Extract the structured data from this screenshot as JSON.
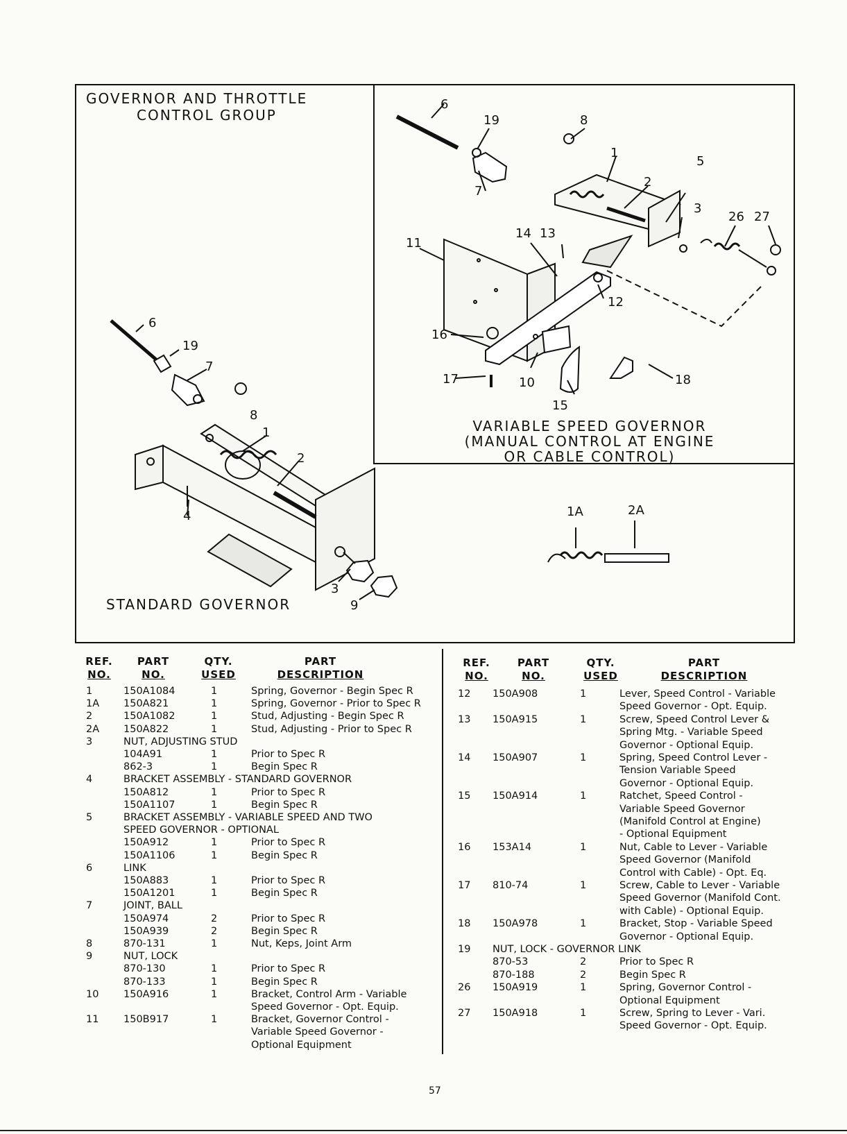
{
  "title": {
    "line1": "GOVERNOR AND THROTTLE",
    "line2": "CONTROL GROUP"
  },
  "captions": {
    "standard": "STANDARD GOVERNOR",
    "variable_line1": "VARIABLE SPEED GOVERNOR",
    "variable_line2": "(MANUAL CONTROL AT ENGINE",
    "variable_line3": "OR CABLE CONTROL)"
  },
  "callouts": {
    "std": [
      "6",
      "19",
      "7",
      "8",
      "1",
      "2",
      "4",
      "3",
      "9"
    ],
    "var": [
      "6",
      "19",
      "8",
      "1",
      "5",
      "2",
      "7",
      "3",
      "26",
      "27",
      "14",
      "13",
      "11",
      "12",
      "16",
      "17",
      "10",
      "18",
      "15"
    ],
    "alt": [
      "1A",
      "2A"
    ]
  },
  "headers": {
    "ref": [
      "REF.",
      "NO."
    ],
    "part": [
      "PART",
      "NO."
    ],
    "qty": [
      "QTY.",
      "USED"
    ],
    "desc": [
      "PART",
      "DESCRIPTION"
    ]
  },
  "left_rows": [
    {
      "ref": "1",
      "part": "150A1084",
      "qty": "1",
      "desc": "Spring, Governor - Begin Spec R"
    },
    {
      "ref": "1A",
      "part": "150A821",
      "qty": "1",
      "desc": "Spring, Governor - Prior to Spec R"
    },
    {
      "ref": "2",
      "part": "150A1082",
      "qty": "1",
      "desc": "Stud, Adjusting - Begin Spec R"
    },
    {
      "ref": "2A",
      "part": "150A822",
      "qty": "1",
      "desc": "Stud, Adjusting - Prior to Spec R"
    },
    {
      "ref": "3",
      "part": "NUT, ADJUSTING STUD",
      "qty": "",
      "desc": ""
    },
    {
      "ref": "",
      "part": "104A91",
      "qty": "1",
      "desc": "Prior to Spec R"
    },
    {
      "ref": "",
      "part": "862-3",
      "qty": "1",
      "desc": "Begin Spec R"
    },
    {
      "ref": "4",
      "part": "BRACKET ASSEMBLY - STANDARD GOVERNOR",
      "qty": "",
      "desc": ""
    },
    {
      "ref": "",
      "part": "150A812",
      "qty": "1",
      "desc": "Prior to Spec R"
    },
    {
      "ref": "",
      "part": "150A1107",
      "qty": "1",
      "desc": "Begin Spec R"
    },
    {
      "ref": "5",
      "part": "BRACKET ASSEMBLY - VARIABLE SPEED AND TWO",
      "qty": "",
      "desc": ""
    },
    {
      "ref": "",
      "part": "SPEED GOVERNOR - OPTIONAL",
      "qty": "",
      "desc": ""
    },
    {
      "ref": "",
      "part": "150A912",
      "qty": "1",
      "desc": "Prior to Spec R"
    },
    {
      "ref": "",
      "part": "150A1106",
      "qty": "1",
      "desc": "Begin Spec R"
    },
    {
      "ref": "6",
      "part": "LINK",
      "qty": "",
      "desc": ""
    },
    {
      "ref": "",
      "part": "150A883",
      "qty": "1",
      "desc": "Prior to Spec R"
    },
    {
      "ref": "",
      "part": "150A1201",
      "qty": "1",
      "desc": "Begin Spec R"
    },
    {
      "ref": "7",
      "part": "JOINT, BALL",
      "qty": "",
      "desc": ""
    },
    {
      "ref": "",
      "part": "150A974",
      "qty": "2",
      "desc": "Prior to Spec R"
    },
    {
      "ref": "",
      "part": "150A939",
      "qty": "2",
      "desc": "Begin Spec R"
    },
    {
      "ref": "8",
      "part": "870-131",
      "qty": "1",
      "desc": "Nut, Keps, Joint Arm"
    },
    {
      "ref": "9",
      "part": "NUT, LOCK",
      "qty": "",
      "desc": ""
    },
    {
      "ref": "",
      "part": "870-130",
      "qty": "1",
      "desc": "Prior to Spec R"
    },
    {
      "ref": "",
      "part": "870-133",
      "qty": "1",
      "desc": "Begin Spec R"
    },
    {
      "ref": "10",
      "part": "150A916",
      "qty": "1",
      "desc": "Bracket, Control Arm - Variable"
    },
    {
      "ref": "",
      "part": "",
      "qty": "",
      "desc": "   Speed Governor - Opt. Equip."
    },
    {
      "ref": "11",
      "part": "150B917",
      "qty": "1",
      "desc": "Bracket, Governor Control -"
    },
    {
      "ref": "",
      "part": "",
      "qty": "",
      "desc": "   Variable Speed Governor -"
    },
    {
      "ref": "",
      "part": "",
      "qty": "",
      "desc": "   Optional Equipment"
    }
  ],
  "right_rows": [
    {
      "ref": "12",
      "part": "150A908",
      "qty": "1",
      "desc": "Lever, Speed Control - Variable"
    },
    {
      "ref": "",
      "part": "",
      "qty": "",
      "desc": "   Speed Governor - Opt. Equip."
    },
    {
      "ref": "13",
      "part": "150A915",
      "qty": "1",
      "desc": "Screw, Speed Control Lever &"
    },
    {
      "ref": "",
      "part": "",
      "qty": "",
      "desc": "   Spring Mtg. - Variable Speed"
    },
    {
      "ref": "",
      "part": "",
      "qty": "",
      "desc": "   Governor - Optional Equip."
    },
    {
      "ref": "14",
      "part": "150A907",
      "qty": "1",
      "desc": "Spring, Speed Control Lever -"
    },
    {
      "ref": "",
      "part": "",
      "qty": "",
      "desc": "   Tension Variable Speed"
    },
    {
      "ref": "",
      "part": "",
      "qty": "",
      "desc": "   Governor - Optional Equip."
    },
    {
      "ref": "15",
      "part": "150A914",
      "qty": "1",
      "desc": "Ratchet, Speed Control -"
    },
    {
      "ref": "",
      "part": "",
      "qty": "",
      "desc": "   Variable Speed Governor"
    },
    {
      "ref": "",
      "part": "",
      "qty": "",
      "desc": "   (Manifold Control at Engine)"
    },
    {
      "ref": "",
      "part": "",
      "qty": "",
      "desc": "   - Optional Equipment"
    },
    {
      "ref": "16",
      "part": "153A14",
      "qty": "1",
      "desc": "Nut, Cable to Lever - Variable"
    },
    {
      "ref": "",
      "part": "",
      "qty": "",
      "desc": "   Speed Governor (Manifold"
    },
    {
      "ref": "",
      "part": "",
      "qty": "",
      "desc": "   Control with Cable) - Opt. Eq."
    },
    {
      "ref": "17",
      "part": "810-74",
      "qty": "1",
      "desc": "Screw, Cable to Lever - Variable"
    },
    {
      "ref": "",
      "part": "",
      "qty": "",
      "desc": "   Speed Governor (Manifold Cont."
    },
    {
      "ref": "",
      "part": "",
      "qty": "",
      "desc": "   with Cable) - Optional Equip."
    },
    {
      "ref": "18",
      "part": "150A978",
      "qty": "1",
      "desc": "Bracket, Stop - Variable Speed"
    },
    {
      "ref": "",
      "part": "",
      "qty": "",
      "desc": "   Governor - Optional Equip."
    },
    {
      "ref": "19",
      "part": "NUT, LOCK - GOVERNOR LINK",
      "qty": "",
      "desc": ""
    },
    {
      "ref": "",
      "part": "870-53",
      "qty": "2",
      "desc": "Prior to Spec R"
    },
    {
      "ref": "",
      "part": "870-188",
      "qty": "2",
      "desc": "Begin Spec R"
    },
    {
      "ref": "26",
      "part": "150A919",
      "qty": "1",
      "desc": "Spring, Governor Control -"
    },
    {
      "ref": "",
      "part": "",
      "qty": "",
      "desc": "   Optional Equipment"
    },
    {
      "ref": "27",
      "part": "150A918",
      "qty": "1",
      "desc": "Screw, Spring to Lever - Vari."
    },
    {
      "ref": "",
      "part": "",
      "qty": "",
      "desc": "   Speed Governor - Opt. Equip."
    }
  ],
  "page_number": "57"
}
